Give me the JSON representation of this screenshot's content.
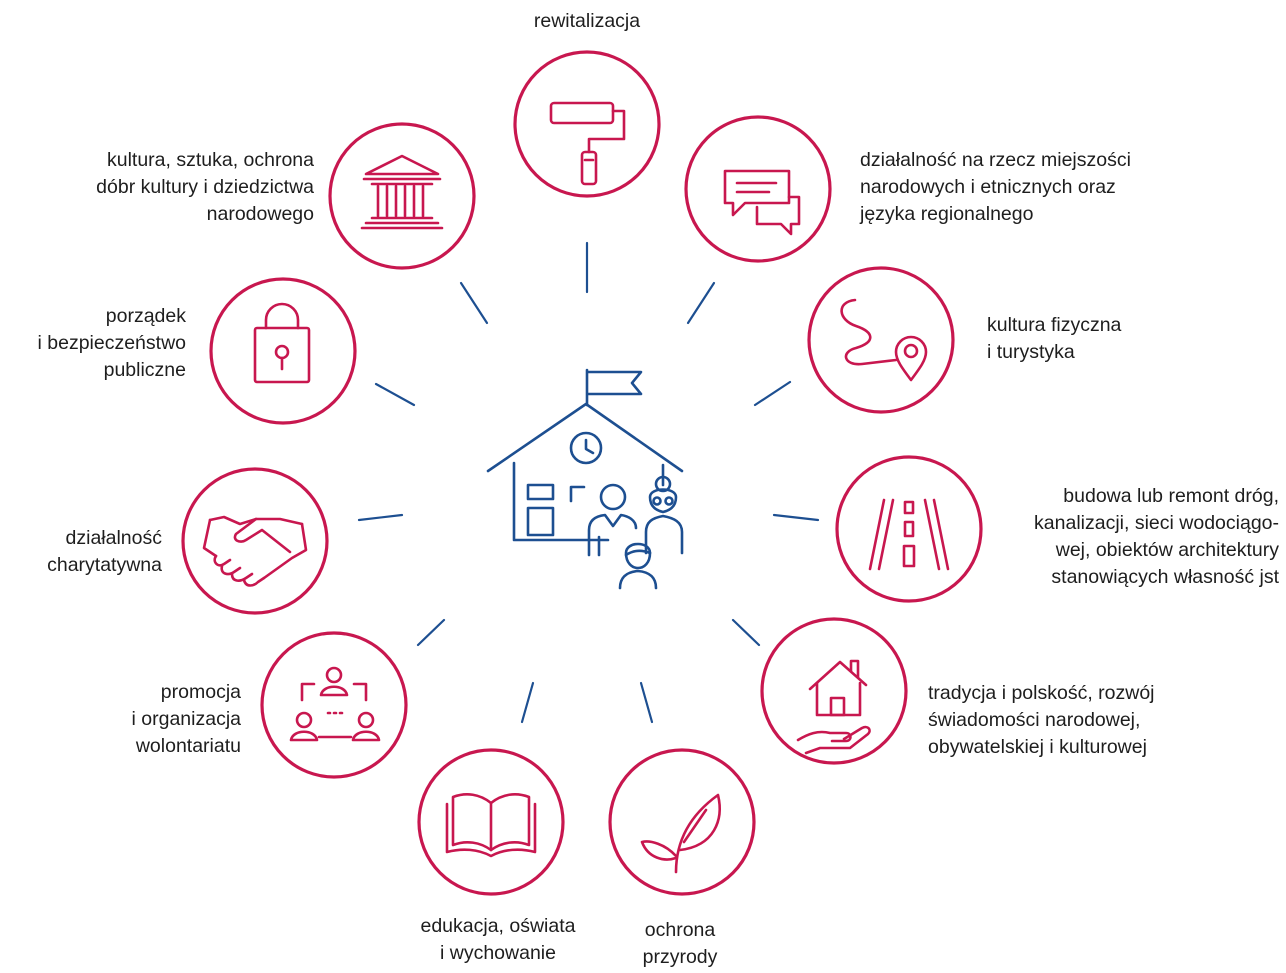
{
  "center": {
    "icon": "school-with-family-icon"
  },
  "items": [
    {
      "icon": "paint-roller-icon",
      "lines": [
        "rewitalizacja"
      ]
    },
    {
      "icon": "chat-bubbles-icon",
      "lines": [
        "działalność na rzecz miejszości",
        "narodowych i etnicznych oraz",
        "języka regionalnego"
      ]
    },
    {
      "icon": "route-pin-icon",
      "lines": [
        "kultura fizyczna",
        "i turystyka"
      ]
    },
    {
      "icon": "road-icon",
      "lines": [
        "budowa lub remont dróg,",
        "kanalizacji, sieci wodociągo-",
        "wej, obiektów architektury",
        "stanowiących własność jst"
      ]
    },
    {
      "icon": "house-in-hand-icon",
      "lines": [
        "tradycja i polskość, rozwój",
        "świadomości narodowej,",
        "obywatelskiej i kulturowej"
      ]
    },
    {
      "icon": "leaf-icon",
      "lines": [
        "ochrona",
        "przyrody"
      ]
    },
    {
      "icon": "open-book-icon",
      "lines": [
        "edukacja, oświata",
        "i wychowanie"
      ]
    },
    {
      "icon": "team-network-icon",
      "lines": [
        "promocja",
        "i organizacja",
        "wolontariatu"
      ]
    },
    {
      "icon": "handshake-icon",
      "lines": [
        "działalność",
        "charytatywna"
      ]
    },
    {
      "icon": "padlock-icon",
      "lines": [
        "porządek",
        "i bezpieczeństwo",
        "publiczne"
      ]
    },
    {
      "icon": "museum-building-icon",
      "lines": [
        "kultura, sztuka, ochrona",
        "dóbr kultury i dziedzictwa",
        "narodowego"
      ]
    }
  ],
  "colors": {
    "ring": "#c8174f",
    "icon": "#c8174f",
    "spoke": "#1d4f91",
    "center": "#1d4f91",
    "text": "#1e1e1e"
  }
}
